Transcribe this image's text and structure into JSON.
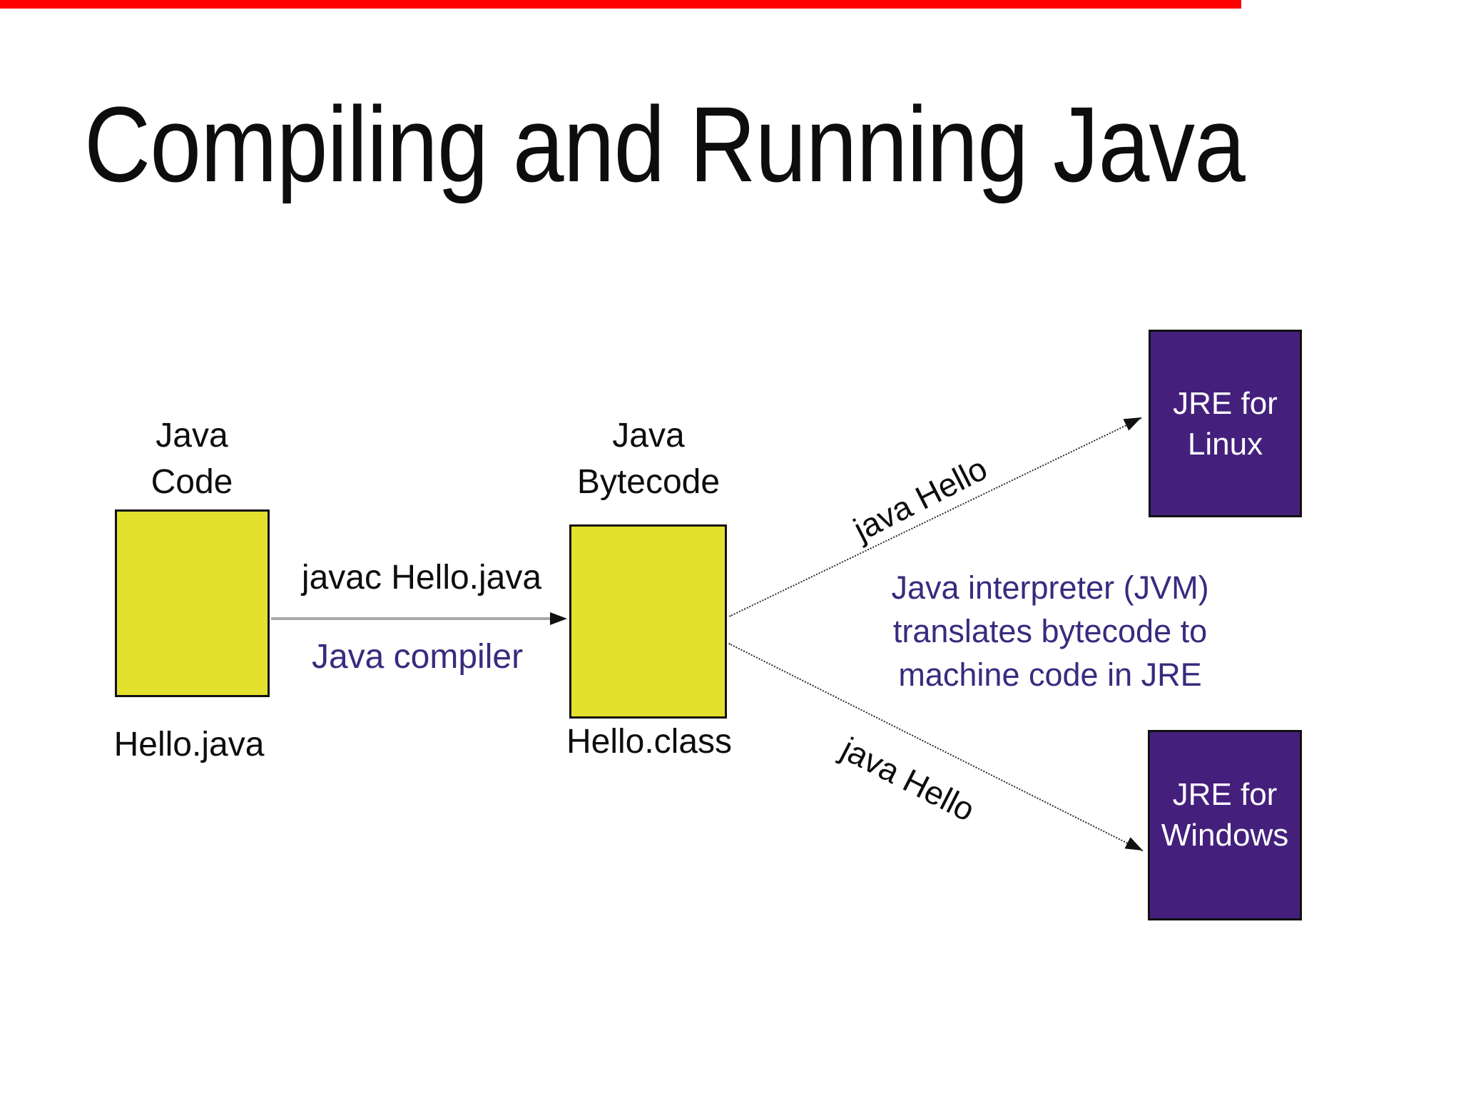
{
  "colors": {
    "box_yellow": "#e4e02e",
    "box_purple": "#44207c",
    "text_purple": "#3a2a7e",
    "text_black": "#0d0d0d",
    "arrow_gray": "#a8a8a8",
    "line_black": "#2a2a2a",
    "red_bar": "#fe0000"
  },
  "slide": {
    "title": "Compiling and Running Java"
  },
  "nodes": {
    "java_code": {
      "name_line1": "Java",
      "name_line2": "Code",
      "caption": "Hello.java"
    },
    "java_bytecode": {
      "name_line1": "Java",
      "name_line2": "Bytecode",
      "caption": "Hello.class"
    },
    "jre_linux": {
      "name_line1": "JRE for",
      "name_line2": "Linux"
    },
    "jre_windows": {
      "name_line1": "JRE for",
      "name_line2": "Windows"
    }
  },
  "edges": {
    "compile": {
      "command_label": "javac Hello.java",
      "tool_label": "Java compiler"
    },
    "run_linux": {
      "command_label": "java Hello"
    },
    "run_windows": {
      "command_label": "java Hello"
    }
  },
  "annotation": {
    "line1": "Java interpreter (JVM)",
    "line2": "translates bytecode to",
    "line3": "machine code in JRE"
  }
}
